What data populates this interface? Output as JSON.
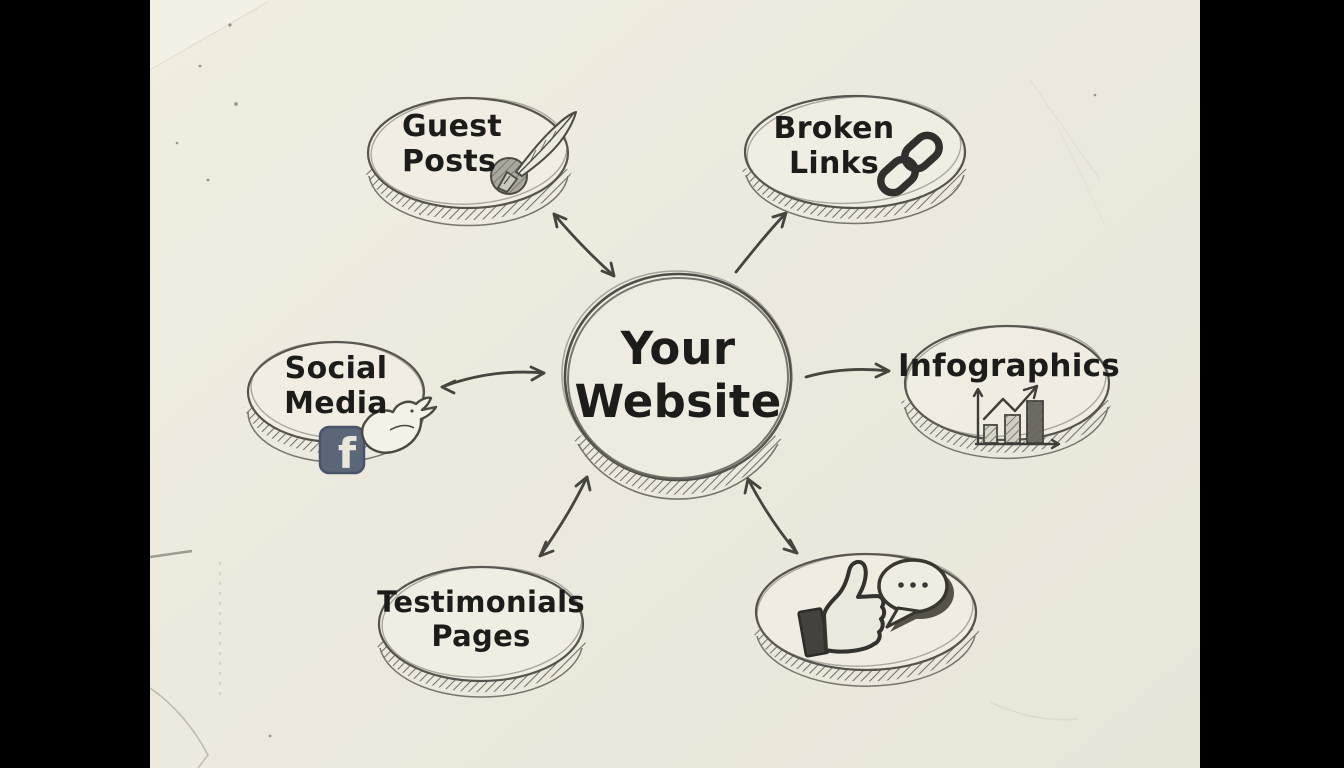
{
  "page": {
    "background": "#000000",
    "kind": "hand-drawn mind map sketch on paper"
  },
  "diagram": {
    "center": {
      "label": "Your\nWebsite"
    },
    "nodes": [
      {
        "id": "guest-posts",
        "label": "Guest\nPosts",
        "icon": "quill-pen-icon"
      },
      {
        "id": "broken-links",
        "label": "Broken\nLinks",
        "icon": "chain-link-icon"
      },
      {
        "id": "social-media",
        "label": "Social\nMedia",
        "icons": [
          "facebook-icon",
          "twitter-bird-icon"
        ]
      },
      {
        "id": "infographics",
        "label": "Infographics",
        "icon": "bar-chart-icon"
      },
      {
        "id": "testimonials-pages",
        "label": "Testimonials\nPages",
        "icon": null
      },
      {
        "id": "engagement",
        "label": "",
        "icons": [
          "thumbs-up-icon",
          "speech-bubble-icon"
        ]
      }
    ],
    "facebook_letter": "f",
    "connections": [
      {
        "from": "center",
        "to": "guest-posts",
        "style": "double-arrow"
      },
      {
        "from": "center",
        "to": "broken-links",
        "style": "single-arrow"
      },
      {
        "from": "center",
        "to": "social-media",
        "style": "double-arrow"
      },
      {
        "from": "center",
        "to": "infographics",
        "style": "single-arrow"
      },
      {
        "from": "center",
        "to": "testimonials-pages",
        "style": "double-arrow"
      },
      {
        "from": "center",
        "to": "engagement",
        "style": "double-arrow"
      }
    ],
    "colors": {
      "paper": "#ece9de",
      "pencil": "#4a4843",
      "ink": "#1c1c1a",
      "facebook_blue": "#5b6679"
    }
  }
}
